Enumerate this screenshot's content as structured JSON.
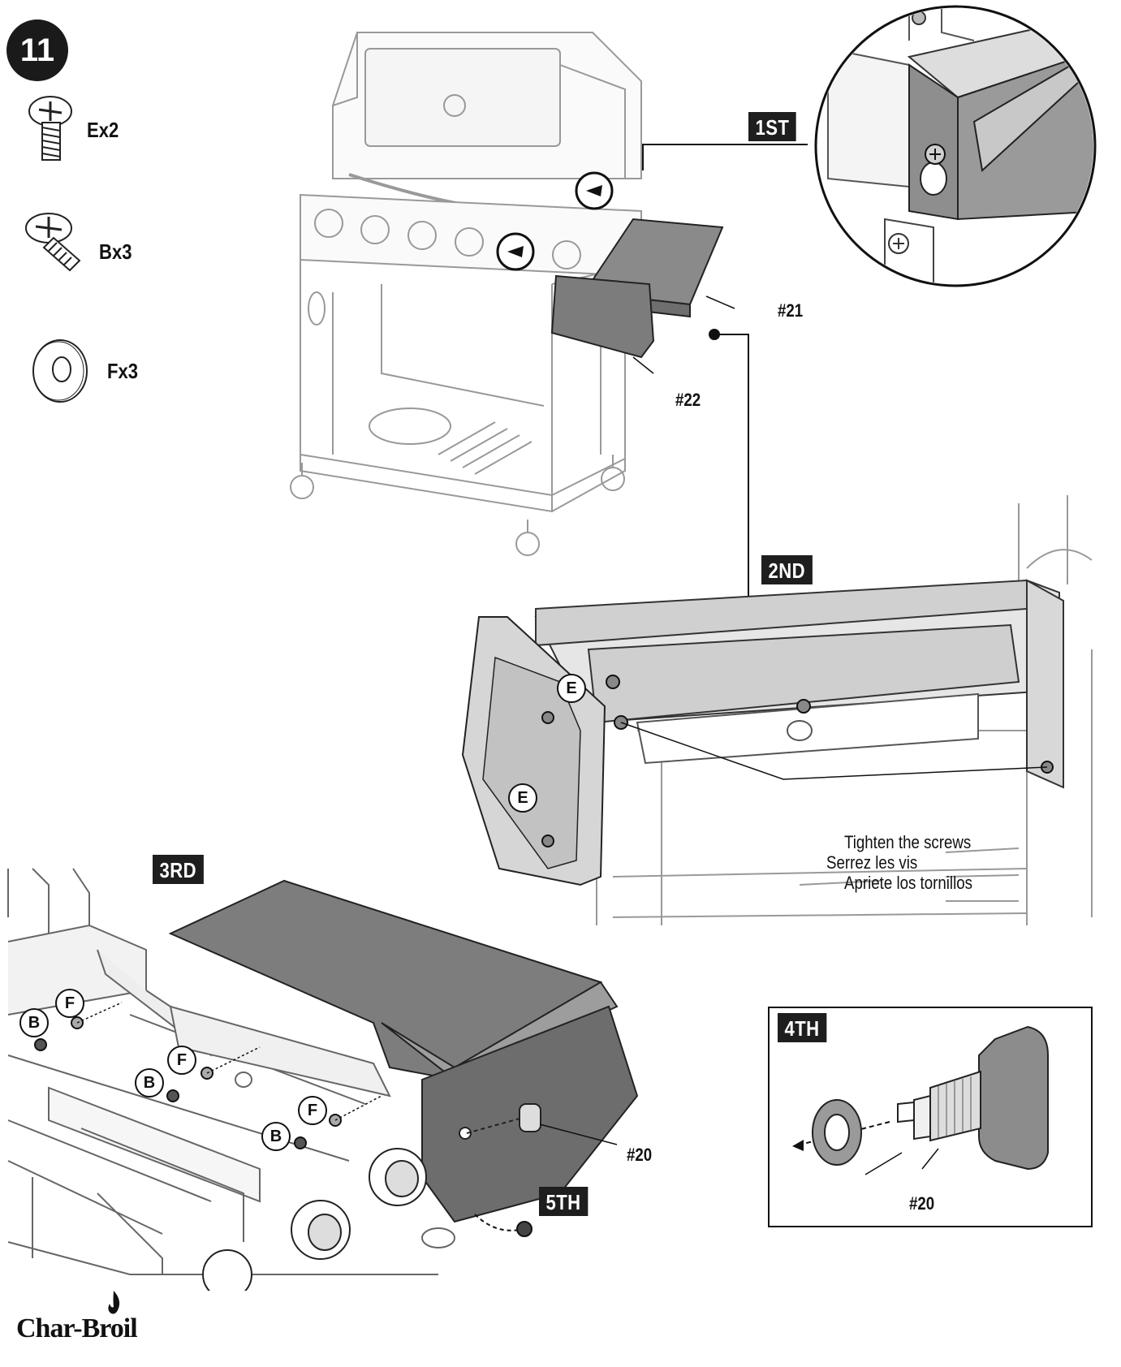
{
  "step": {
    "number": "11"
  },
  "hardware": [
    {
      "label": "Ex2",
      "icon": "screw-e-icon"
    },
    {
      "label": "Bx3",
      "icon": "screw-b-icon"
    },
    {
      "label": "Fx3",
      "icon": "washer-f-icon"
    }
  ],
  "steps": {
    "first": "1ST",
    "second": "2ND",
    "third": "3RD",
    "fourth": "4TH",
    "fifth": "5TH"
  },
  "parts": {
    "p21": "#21",
    "p22": "#22",
    "p20_a": "#20",
    "p20_b": "#20"
  },
  "markers": {
    "e": "E",
    "b": "B",
    "f": "F"
  },
  "callout": {
    "line1": "Tighten the screws",
    "line2": "Serrez les vis",
    "line3": "Apriete los tornillos"
  },
  "brand": {
    "name": "Char-Broil"
  }
}
